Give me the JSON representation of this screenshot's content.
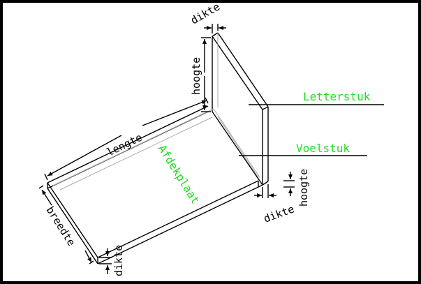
{
  "labels": {
    "dikte_top": "dikte",
    "hoogte_left": "hoogte",
    "lengte": "lengte",
    "breedte": "breedte",
    "dikte_bottom_left": "dikte",
    "dikte_bottom_right": "dikte",
    "hoogte_right": "hoogte"
  },
  "parts": {
    "letterstuk": "Letterstuk",
    "voelstuk": "Voelstuk",
    "afdekplaat": "Afdekplaat"
  },
  "colors": {
    "frame": "#000000",
    "background": "#ffffff",
    "line": "#000000",
    "hidden_line": "#aaaaaa",
    "part_label": "#22dd22"
  }
}
